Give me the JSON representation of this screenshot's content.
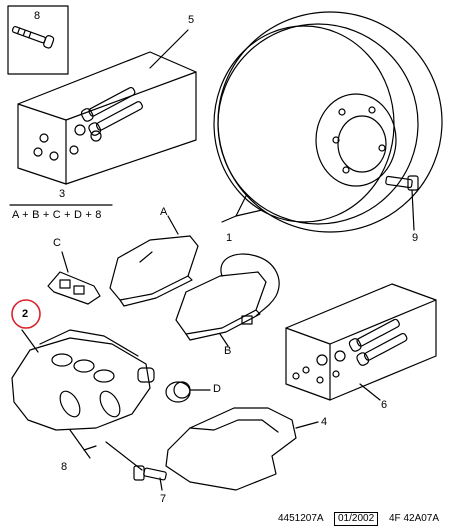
{
  "callouts": {
    "c1": "1",
    "c2": "2",
    "c3": "3",
    "c4": "4",
    "c5": "5",
    "c6": "6",
    "c7": "7",
    "c8_top": "8",
    "c8_bottom": "8",
    "c9": "9",
    "cA": "A",
    "cB": "B",
    "cC": "C",
    "cD": "D"
  },
  "kit_formula": "A + B + C + D + 8",
  "footer": {
    "part_number": "4451207A",
    "date": "01/2002",
    "ref_code": "4F 42A07A"
  },
  "colors": {
    "line": "#000000",
    "highlight_circle": "#d9232d"
  }
}
